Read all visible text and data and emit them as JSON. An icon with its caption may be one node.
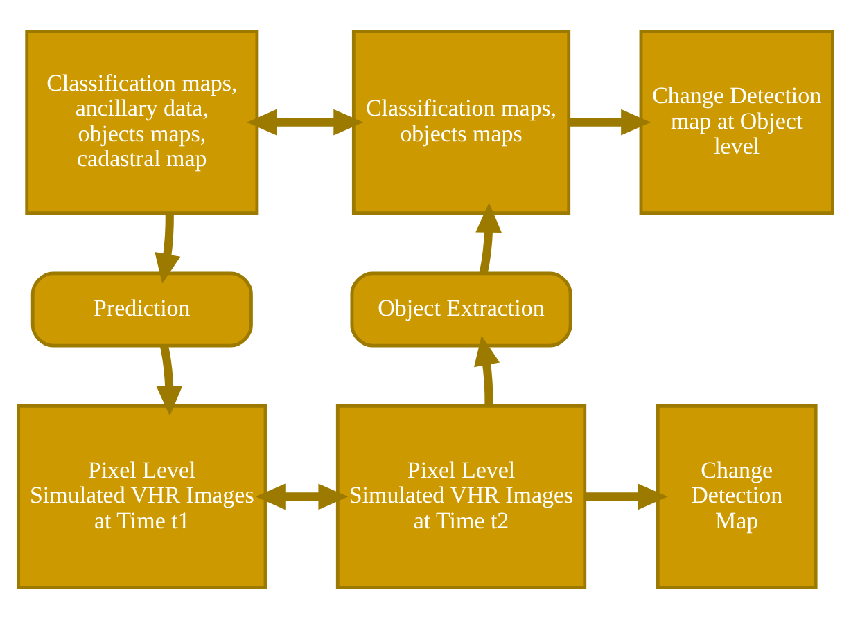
{
  "diagram": {
    "nodes": [
      {
        "text": [
          "Classification maps, ancillary data, objects maps, cadastral map"
        ]
      },
      {
        "text": [
          "Classification maps, objects maps"
        ]
      },
      {
        "text": [
          "Change Detection map at Object level"
        ]
      },
      {
        "text": [
          "Prediction"
        ]
      },
      {
        "text": [
          "Object Extraction"
        ]
      },
      {
        "text": [
          "Pixel Level Simulated VHR Images at Time t1"
        ]
      },
      {
        "text": [
          "Pixel Level Simulated VHR Images at Time t2"
        ]
      },
      {
        "text": [
          "Change Detection Map"
        ]
      }
    ],
    "edges": [
      {
        "from": 0,
        "to": 1,
        "arrow": "both"
      },
      {
        "from": 1,
        "to": 2,
        "arrow": "to"
      },
      {
        "from": 0,
        "to": 3,
        "arrow": "to"
      },
      {
        "from": 3,
        "to": 5,
        "arrow": "to"
      },
      {
        "from": 5,
        "to": 6,
        "arrow": "both"
      },
      {
        "from": 6,
        "to": 4,
        "arrow": "to"
      },
      {
        "from": 4,
        "to": 1,
        "arrow": "to"
      },
      {
        "from": 6,
        "to": 7,
        "arrow": "to"
      }
    ]
  }
}
